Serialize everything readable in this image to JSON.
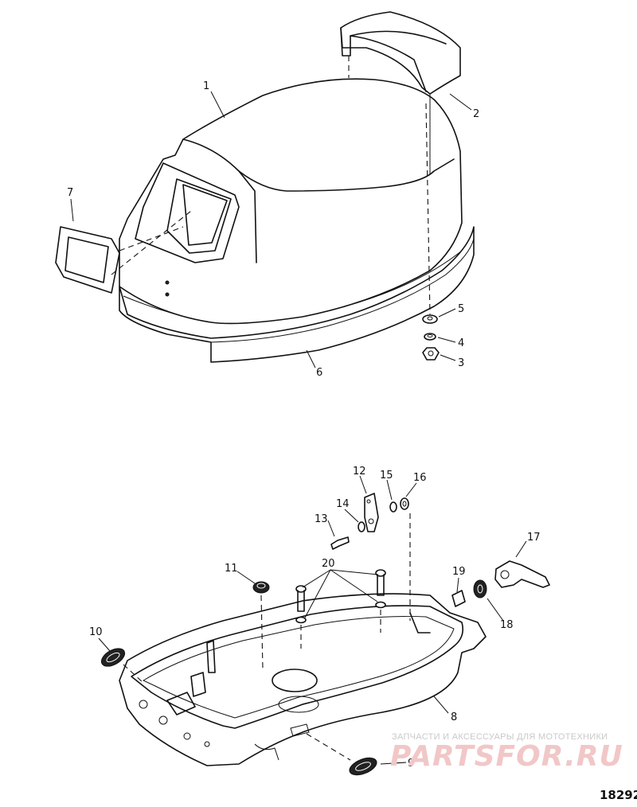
{
  "callouts": {
    "c1": "1",
    "c2": "2",
    "c3": "3",
    "c4": "4",
    "c5": "5",
    "c6": "6",
    "c7": "7",
    "c8": "8",
    "c9": "9",
    "c10": "10",
    "c11": "11",
    "c12": "12",
    "c13": "13",
    "c14": "14",
    "c15": "15",
    "c16": "16",
    "c17": "17",
    "c18": "18",
    "c19": "19",
    "c20": "20"
  },
  "watermark": {
    "tagline": "ЗАПЧАСТИ И АКСЕССУАРЫ ДЛЯ МОТОТЕХНИКИ",
    "logo": "PARTSFOR.RU"
  },
  "drawing_number": "18292"
}
